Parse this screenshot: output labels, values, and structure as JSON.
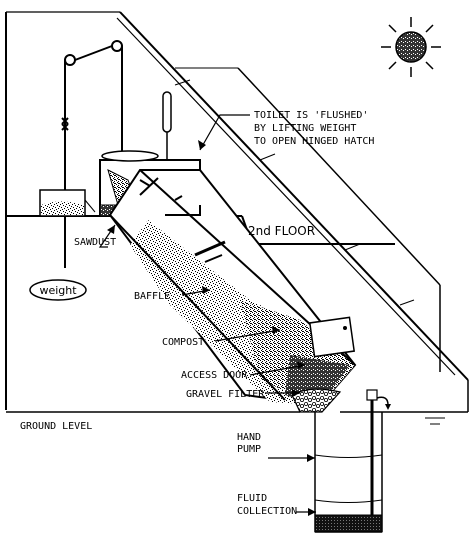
{
  "labels": {
    "toilet_note_1": "TOILET IS 'FLUSHED'",
    "toilet_note_2": "BY LIFTING WEIGHT",
    "toilet_note_3": "TO OPEN HINGED HATCH",
    "sawdust": "SAWDUST",
    "second_floor": "2nd FLOOR",
    "weight": "weight",
    "baffle": "BAFFLE",
    "compost": "COMPOST",
    "access_door": "ACCESS DOOR",
    "gravel_filter": "GRAVEL FILTER",
    "ground_level": "GROUND LEVEL",
    "hand_pump_1": "HAND",
    "hand_pump_2": "PUMP",
    "fluid_collection_1": "FLUID",
    "fluid_collection_2": "COLLECTION"
  },
  "icons": [
    "sun-icon"
  ]
}
